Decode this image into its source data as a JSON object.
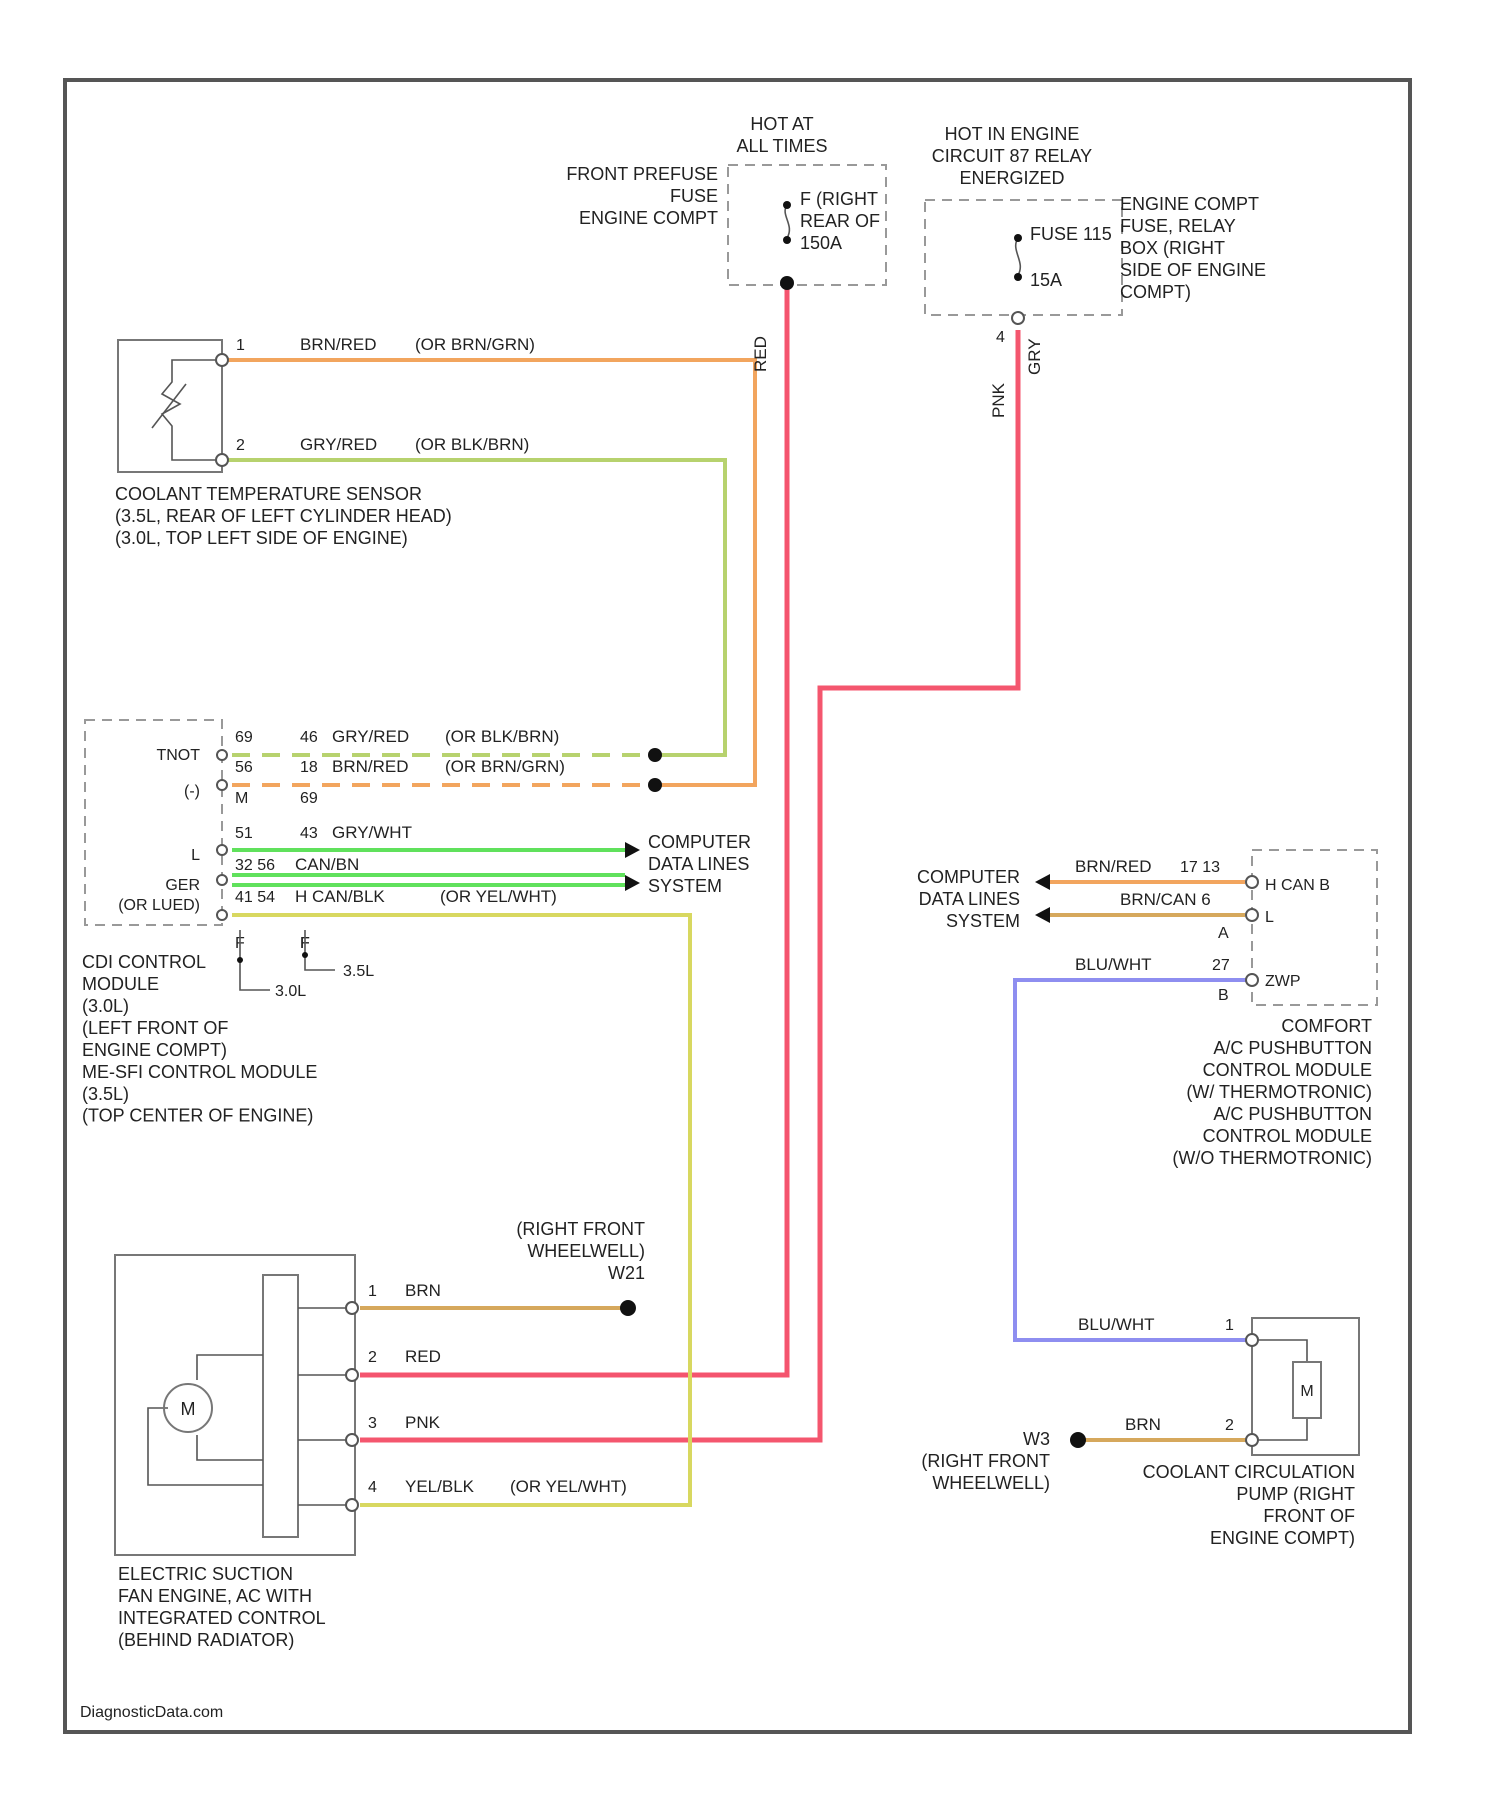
{
  "colors": {
    "brn_red": "#f2a55e",
    "gry_red": "#b7d26e",
    "red": "#f4546e",
    "pnk": "#f4566e",
    "gry_wht": "#60e15c",
    "brn": "#d6a85c",
    "yel_blk": "#d8d860",
    "blu_wht": "#8e8ef0",
    "border": "#555555"
  },
  "power": {
    "hot_at_all_times": "HOT AT\nALL TIMES",
    "front_prefuse": "FRONT PREFUSE\nFUSE\nENGINE COMPT",
    "fuse_7": "F (RIGHT\nREAR OF\n150A",
    "hot_in_engine": "HOT IN ENGINE\nCIRCUIT 87 RELAY\nENERGIZED",
    "fuse_block": "ENGINE COMPT\nFUSE, RELAY\nBOX (RIGHT\nSIDE OF ENGINE\nCOMPT)",
    "fuse_115": "FUSE 115",
    "fuse_amp": "15A",
    "fuse_pin": "4",
    "wire_red_vertical": "RED",
    "wire_pnk_vertical": "PNK",
    "wire_gry_vertical": "GRY"
  },
  "sensor": {
    "pin1": "1",
    "pin2": "2",
    "wire1": "BRN/RED",
    "wire1_alt": "(OR BRN/GRN)",
    "wire2": "GRY/RED",
    "wire2_alt": "(OR BLK/BRN)",
    "label": "COOLANT TEMPERATURE SENSOR\n(3.5L, REAR OF LEFT CYLINDER HEAD)\n(3.0L, TOP LEFT SIDE OF ENGINE)"
  },
  "cdi": {
    "tnot": "TNOT",
    "lo": "(-)",
    "l": "L",
    "ger": "GER",
    "ger_alt": "(OR LUED)",
    "pins_left": [
      "69",
      "56",
      "M",
      "51",
      "32 56",
      "41 54",
      "F",
      "F"
    ],
    "pins_right": [
      "46",
      "18",
      "69",
      "43",
      "",
      "",
      "F"
    ],
    "w_row1": "GRY/RED",
    "w_row1_alt": "(OR BLK/BRN)",
    "w_row2": "BRN/RED",
    "w_row2_alt": "(OR BRN/GRN)",
    "w_row4": "GRY/WHT",
    "w_row5": "CAN/BN",
    "w_row6": "H CAN/BLK",
    "w_row6_alt": "(OR YEL/WHT)",
    "cdl_system": "COMPUTER\nDATA LINES\nSYSTEM",
    "note_35": "3.5L",
    "note_30": "3.0L",
    "label": "CDI CONTROL\nMODULE\n(3.0L)\n(LEFT FRONT OF\nENGINE COMPT)\nME-SFI CONTROL MODULE\n(3.5L)\n(TOP CENTER OF ENGINE)"
  },
  "ac": {
    "cdl_system": "COMPUTER\nDATA LINES\nSYSTEM",
    "w1": "BRN/RED",
    "w1_pins": "17 13",
    "w2": "BRN/CAN 6",
    "w3": "BLU/WHT",
    "w3_pin": "27",
    "pin_a": "A",
    "pin_b": "B",
    "p1": "H CAN B",
    "p2": "L",
    "p3": "ZWP",
    "label": "COMFORT\nA/C PUSHBUTTON\nCONTROL MODULE\n(W/ THERMOTRONIC)\nA/C PUSHBUTTON\nCONTROL MODULE\n(W/O THERMOTRONIC)"
  },
  "fan": {
    "ground_label": "(RIGHT FRONT\nWHEELWELL)\nW21",
    "pin1": "1",
    "pin2": "2",
    "pin3": "3",
    "pin4": "4",
    "w1": "BRN",
    "w2": "RED",
    "w3": "PNK",
    "w4": "YEL/BLK",
    "w4_alt": "(OR YEL/WHT)",
    "motor": "M",
    "label": "ELECTRIC SUCTION\nFAN ENGINE, AC WITH\nINTEGRATED CONTROL\n(BEHIND RADIATOR)"
  },
  "pump": {
    "w1": "BLU/WHT",
    "pin1": "1",
    "pin2": "2",
    "w2": "BRN",
    "ground_label": "W3\n(RIGHT FRONT\nWHEELWELL)",
    "motor": "M",
    "label": "COOLANT CIRCULATION\nPUMP (RIGHT\nFRONT OF\nENGINE COMPT)"
  },
  "footer": "DiagnosticData.com"
}
